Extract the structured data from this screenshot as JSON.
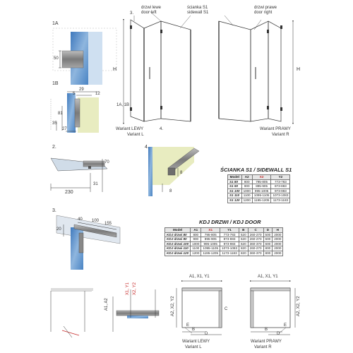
{
  "details": {
    "d1a": "1A",
    "d1b": "1B",
    "d2": "2.",
    "d3": "3.",
    "d4": "4.",
    "d3top": "3.",
    "d1a1b": "1A, 1B",
    "d4bottom": "4."
  },
  "callouts": {
    "door_left": [
      "drzwi lewe",
      "door left"
    ],
    "sidewall": [
      "ścianka S1",
      "sidewall S1"
    ],
    "door_right": [
      "drzwi prawe",
      "door right"
    ],
    "variant_left": [
      "Wariant LEWY",
      "Variant L"
    ],
    "variant_right": [
      "Wariant PRAWY",
      "Variant R"
    ]
  },
  "dims": {
    "H": "H",
    "d50": "50",
    "d29": "29",
    "d5": "5",
    "d12": "12",
    "d81": "81",
    "d35": "35",
    "d27": "27",
    "d70": "70",
    "d31": "31",
    "d230": "230",
    "d8a": "8",
    "d8b": "8",
    "d20": "20",
    "d40": "40",
    "d100": "100",
    "d155": "155",
    "A1X1Y1": "A1, X1, Y1",
    "A2X2Y2": "A2, X2, Y2",
    "A1A2": "A1, A2",
    "X1Y1": "X1, Y1",
    "X2Y2": "X2, Y2",
    "B": "B",
    "C": "C",
    "D": "D",
    "E": "E"
  },
  "sidewall_table": {
    "title": "ŚCIANKA S1 / SIDEWALL S1",
    "headers": [
      "Model",
      "A2",
      "X2",
      "Y2"
    ],
    "rows": [
      [
        "S1 80",
        "800",
        "795-805",
        "773-783"
      ],
      [
        "S1 90",
        "900",
        "895-905",
        "873-883"
      ],
      [
        "S1 100",
        "1000",
        "995-1005",
        "973-983"
      ],
      [
        "S1 110",
        "1100",
        "1095-1105",
        "1073-1083"
      ],
      [
        "S1 120",
        "1200",
        "1195-1205",
        "1173-1183"
      ]
    ]
  },
  "door_table": {
    "title": "KDJ DRZWI / KDJ DOOR",
    "headers": [
      "Model",
      "A1",
      "X1",
      "Y1",
      "B",
      "C",
      "D",
      "H"
    ],
    "rows": [
      [
        "KDJ drzwi 80",
        "800",
        "795-805",
        "773-783",
        "520",
        "260-270",
        "500",
        "2000"
      ],
      [
        "KDJ drzwi 90",
        "900",
        "895-905",
        "873-883",
        "620",
        "260-270",
        "600",
        "2000"
      ],
      [
        "KDJ drzwi 100",
        "1000",
        "995-1005",
        "973-983",
        "620",
        "360-370",
        "600",
        "2000"
      ],
      [
        "KDJ drzwi 110",
        "1100",
        "1095-1105",
        "1073-1083",
        "820",
        "260-270",
        "800",
        "2000"
      ],
      [
        "KDJ drzwi 120",
        "1200",
        "1195-1205",
        "1173-1183",
        "820",
        "360-370",
        "800",
        "2000"
      ]
    ]
  },
  "bottom": {
    "variant_left": [
      "Wariant LEWY",
      "Variant L"
    ],
    "variant_right": [
      "Wariant PRAWY",
      "Variant R"
    ]
  },
  "colors": {
    "glass": "#5b8fc9",
    "glass_light": "#a9c8e6",
    "wall": "#e8ecc0",
    "metal": "#8a8a8a",
    "dim_red": "#c62828",
    "line": "#333333"
  }
}
